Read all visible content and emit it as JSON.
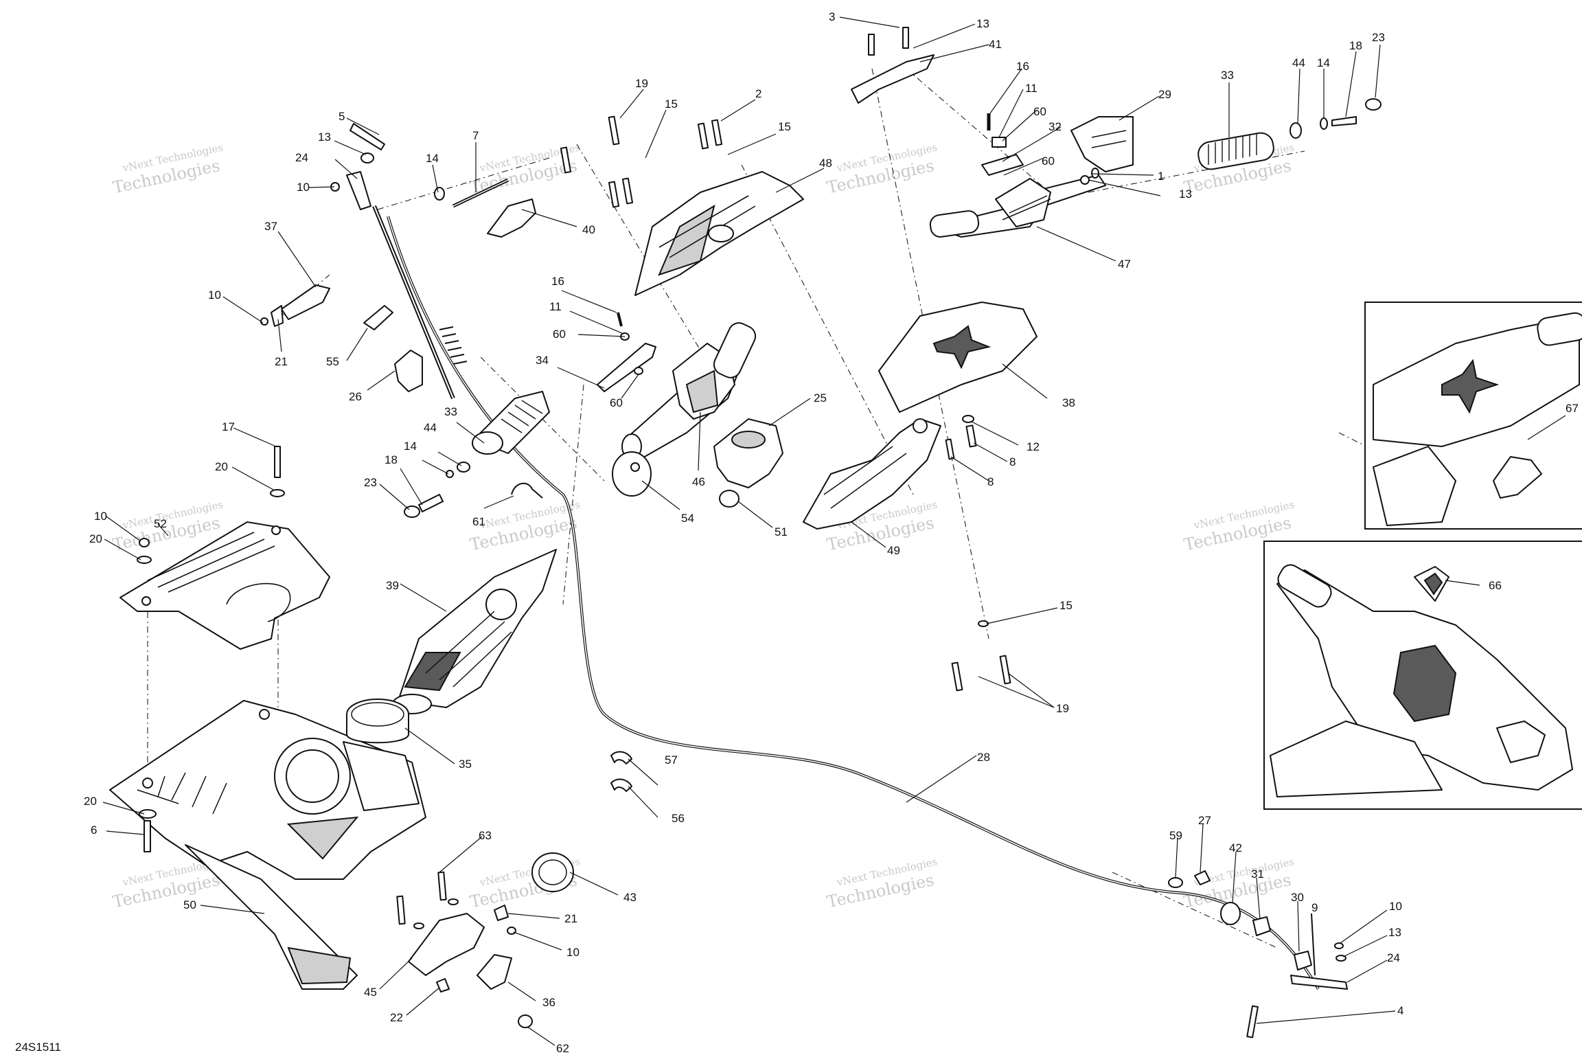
{
  "diagram": {
    "reference_code": "24S1511",
    "watermark": {
      "line1": "vNext Technologies",
      "line2": "Technologies"
    },
    "callouts": [
      {
        "id": "c3",
        "label": "3"
      },
      {
        "id": "c13a",
        "label": "13"
      },
      {
        "id": "c41",
        "label": "41"
      },
      {
        "id": "c16a",
        "label": "16"
      },
      {
        "id": "c11a",
        "label": "11"
      },
      {
        "id": "c60a",
        "label": "60"
      },
      {
        "id": "c32",
        "label": "32"
      },
      {
        "id": "c60b",
        "label": "60"
      },
      {
        "id": "c29",
        "label": "29"
      },
      {
        "id": "c33a",
        "label": "33"
      },
      {
        "id": "c44a",
        "label": "44"
      },
      {
        "id": "c14a",
        "label": "14"
      },
      {
        "id": "c18a",
        "label": "18"
      },
      {
        "id": "c23a",
        "label": "23"
      },
      {
        "id": "c1",
        "label": "1"
      },
      {
        "id": "c13b",
        "label": "13"
      },
      {
        "id": "c47",
        "label": "47"
      },
      {
        "id": "c19a",
        "label": "19"
      },
      {
        "id": "c15a",
        "label": "15"
      },
      {
        "id": "c2",
        "label": "2"
      },
      {
        "id": "c15b",
        "label": "15"
      },
      {
        "id": "c48",
        "label": "48"
      },
      {
        "id": "c5",
        "label": "5"
      },
      {
        "id": "c13c",
        "label": "13"
      },
      {
        "id": "c24a",
        "label": "24"
      },
      {
        "id": "c10a",
        "label": "10"
      },
      {
        "id": "c14b",
        "label": "14"
      },
      {
        "id": "c7",
        "label": "7"
      },
      {
        "id": "c40",
        "label": "40"
      },
      {
        "id": "c37",
        "label": "37"
      },
      {
        "id": "c10b",
        "label": "10"
      },
      {
        "id": "c21a",
        "label": "21"
      },
      {
        "id": "c55",
        "label": "55"
      },
      {
        "id": "c26",
        "label": "26"
      },
      {
        "id": "c16b",
        "label": "16"
      },
      {
        "id": "c11b",
        "label": "11"
      },
      {
        "id": "c60c",
        "label": "60"
      },
      {
        "id": "c34",
        "label": "34"
      },
      {
        "id": "c60d",
        "label": "60"
      },
      {
        "id": "c33b",
        "label": "33"
      },
      {
        "id": "c44b",
        "label": "44"
      },
      {
        "id": "c14c",
        "label": "14"
      },
      {
        "id": "c18b",
        "label": "18"
      },
      {
        "id": "c23b",
        "label": "23"
      },
      {
        "id": "c61",
        "label": "61"
      },
      {
        "id": "c46",
        "label": "46"
      },
      {
        "id": "c54",
        "label": "54"
      },
      {
        "id": "c25",
        "label": "25"
      },
      {
        "id": "c51",
        "label": "51"
      },
      {
        "id": "c38",
        "label": "38"
      },
      {
        "id": "c12",
        "label": "12"
      },
      {
        "id": "c8a",
        "label": "8"
      },
      {
        "id": "c8b",
        "label": "8"
      },
      {
        "id": "c49",
        "label": "49"
      },
      {
        "id": "c17",
        "label": "17"
      },
      {
        "id": "c20a",
        "label": "20"
      },
      {
        "id": "c10c",
        "label": "10"
      },
      {
        "id": "c52",
        "label": "52"
      },
      {
        "id": "c20b",
        "label": "20"
      },
      {
        "id": "c39",
        "label": "39"
      },
      {
        "id": "c35",
        "label": "35"
      },
      {
        "id": "c15c",
        "label": "15"
      },
      {
        "id": "c19b",
        "label": "19"
      },
      {
        "id": "c57",
        "label": "57"
      },
      {
        "id": "c56",
        "label": "56"
      },
      {
        "id": "c28",
        "label": "28"
      },
      {
        "id": "c20c",
        "label": "20"
      },
      {
        "id": "c6",
        "label": "6"
      },
      {
        "id": "c50",
        "label": "50"
      },
      {
        "id": "c63",
        "label": "63"
      },
      {
        "id": "c43",
        "label": "43"
      },
      {
        "id": "c21b",
        "label": "21"
      },
      {
        "id": "c10d",
        "label": "10"
      },
      {
        "id": "c45",
        "label": "45"
      },
      {
        "id": "c36",
        "label": "36"
      },
      {
        "id": "c22",
        "label": "22"
      },
      {
        "id": "c62",
        "label": "62"
      },
      {
        "id": "c59",
        "label": "59"
      },
      {
        "id": "c27",
        "label": "27"
      },
      {
        "id": "c42",
        "label": "42"
      },
      {
        "id": "c31",
        "label": "31"
      },
      {
        "id": "c30",
        "label": "30"
      },
      {
        "id": "c9",
        "label": "9"
      },
      {
        "id": "c10e",
        "label": "10"
      },
      {
        "id": "c13d",
        "label": "13"
      },
      {
        "id": "c24b",
        "label": "24"
      },
      {
        "id": "c4",
        "label": "4"
      },
      {
        "id": "c67",
        "label": "67"
      },
      {
        "id": "c66",
        "label": "66"
      }
    ]
  }
}
